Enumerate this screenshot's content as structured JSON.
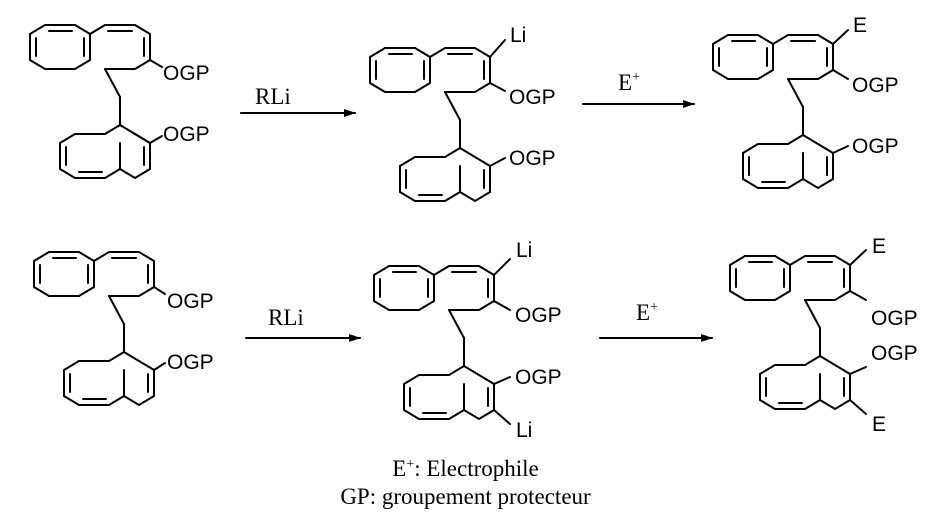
{
  "labels": {
    "ogp": "OGP",
    "li": "Li",
    "e": "E"
  },
  "arrows": {
    "reagent_1": "RLi",
    "reagent_2_base": "E",
    "reagent_2_sup": "+"
  },
  "legend": {
    "line1_base": "E",
    "line1_sup": "+",
    "line1_rest": ": Electrophile",
    "line2": "GP: groupement protecteur"
  }
}
